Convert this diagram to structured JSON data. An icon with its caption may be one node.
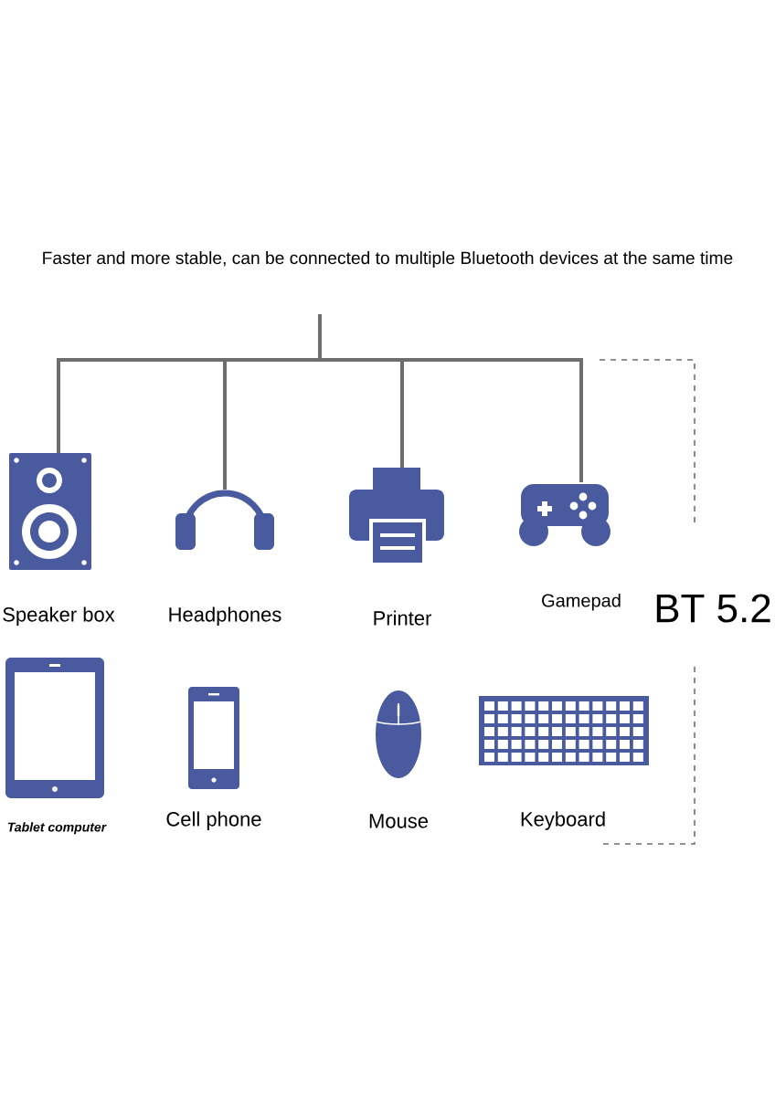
{
  "diagram": {
    "title": "Faster and more stable, can be connected to multiple Bluetooth devices at the same time",
    "nodes": [
      {
        "text": [
          "Speaker box"
        ]
      },
      {
        "text": [
          "Headphones"
        ]
      },
      {
        "text": [
          "Printer"
        ]
      },
      {
        "text": [
          "Gamepad"
        ]
      },
      {
        "text": [
          "Tablet computer"
        ]
      },
      {
        "text": [
          "Cell phone"
        ]
      },
      {
        "text": [
          "Mouse"
        ]
      },
      {
        "text": [
          "Keyboard"
        ]
      }
    ],
    "edges": [
      {
        "from": null,
        "to": 0,
        "arrow": "none"
      },
      {
        "from": null,
        "to": 1,
        "arrow": "none"
      },
      {
        "from": null,
        "to": 2,
        "arrow": "none"
      },
      {
        "from": null,
        "to": 3,
        "arrow": "none"
      }
    ],
    "labels": [
      "BT 5.2"
    ]
  }
}
